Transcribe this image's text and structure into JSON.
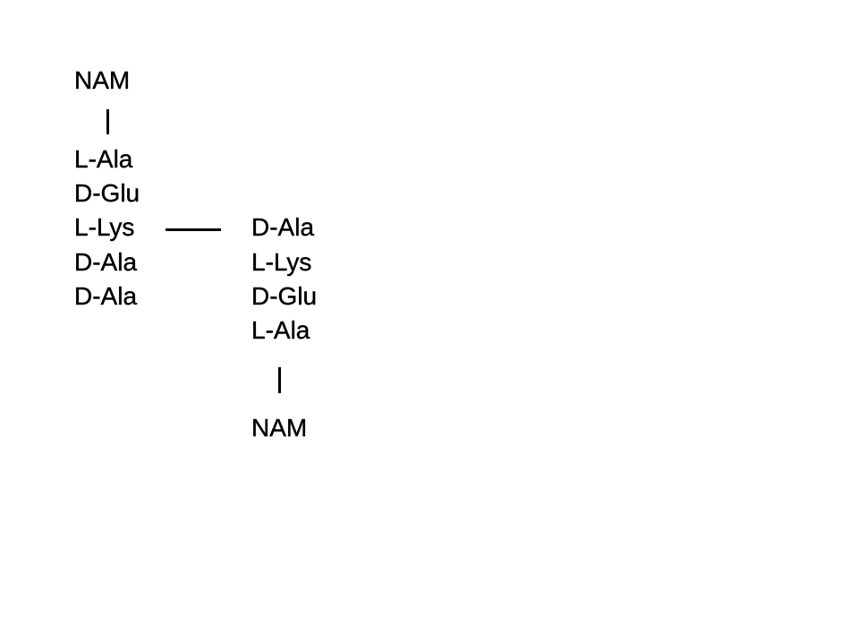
{
  "left_chain": {
    "top": "NAM",
    "residues": [
      "L-Ala",
      "D-Glu",
      "L-Lys",
      "D-Ala",
      "D-Ala"
    ]
  },
  "right_chain": {
    "residues": [
      "D-Ala",
      "L-Lys",
      "D-Glu",
      "L-Ala"
    ],
    "bottom": "NAM"
  },
  "colors": {
    "background": "#ffffff",
    "text": "#000000"
  }
}
